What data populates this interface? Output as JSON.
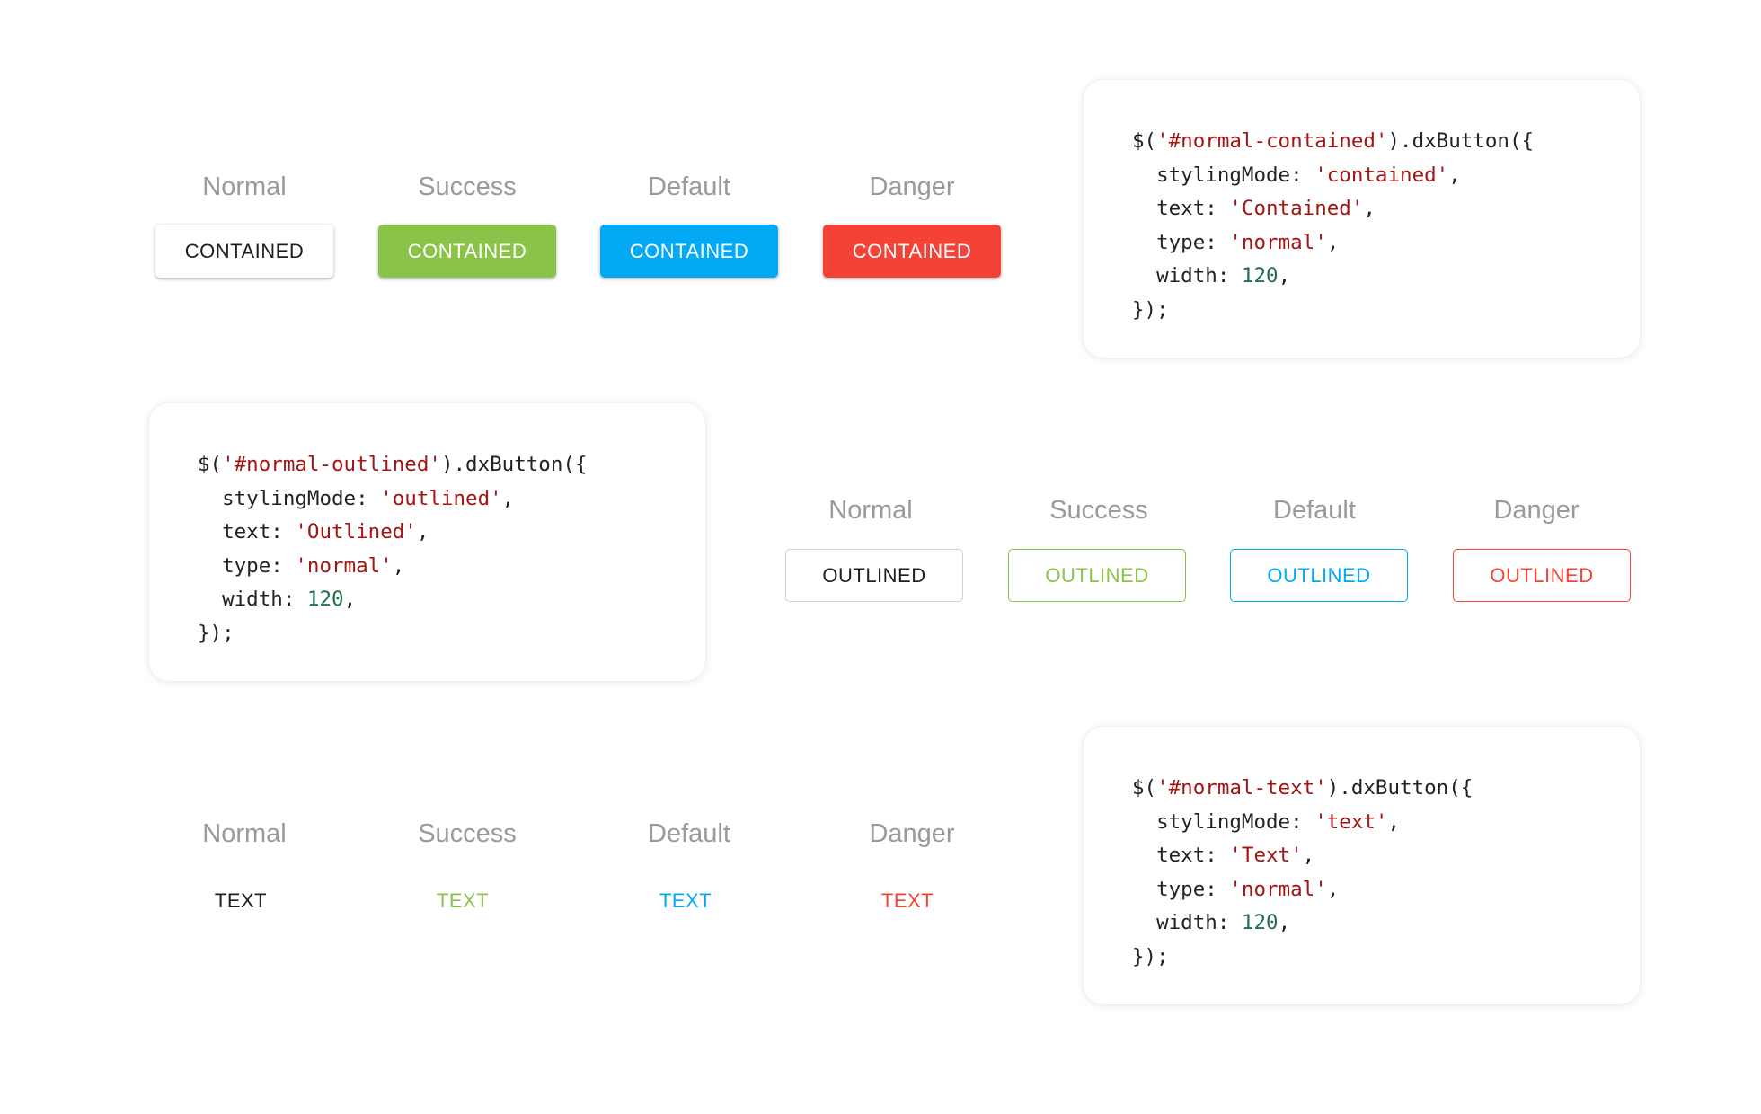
{
  "colors": {
    "normal": "#1f1f1f",
    "success": "#8bc34a",
    "default": "#03a9f4",
    "danger": "#f44336",
    "label": "#9a9a9a",
    "code_string": "#a31515",
    "code_number": "#1f6f4a"
  },
  "type_labels": {
    "normal": "Normal",
    "success": "Success",
    "default": "Default",
    "danger": "Danger"
  },
  "contained": {
    "button_text": "CONTAINED",
    "code": {
      "selector_open": "$(",
      "selector": "'#normal-contained'",
      "selector_close": ").dxButton({",
      "styling_key": "  stylingMode: ",
      "styling_value": "'contained'",
      "text_key": "  text: ",
      "text_value": "'Contained'",
      "type_key": "  type: ",
      "type_value": "'normal'",
      "width_key": "  width: ",
      "width_value": "120",
      "close": "});"
    }
  },
  "outlined": {
    "button_text": "OUTLINED",
    "code": {
      "selector_open": "$(",
      "selector": "'#normal-outlined'",
      "selector_close": ").dxButton({",
      "styling_key": "  stylingMode: ",
      "styling_value": "'outlined'",
      "text_key": "  text: ",
      "text_value": "'Outlined'",
      "type_key": "  type: ",
      "type_value": "'normal'",
      "width_key": "  width: ",
      "width_value": "120",
      "close": "});"
    }
  },
  "text": {
    "button_text": "TEXT",
    "code": {
      "selector_open": "$(",
      "selector": "'#normal-text'",
      "selector_close": ").dxButton({",
      "styling_key": "  stylingMode: ",
      "styling_value": "'text'",
      "text_key": "  text: ",
      "text_value": "'Text'",
      "type_key": "  type: ",
      "type_value": "'normal'",
      "width_key": "  width: ",
      "width_value": "120",
      "close": "});"
    }
  }
}
